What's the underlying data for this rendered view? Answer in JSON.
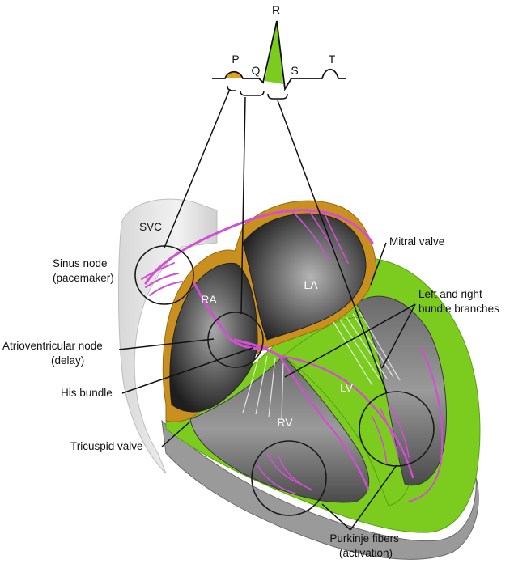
{
  "colors": {
    "myocardium": "#7ccc1f",
    "atrial_wall": "#c9901f",
    "conduction": "#d24fd2",
    "p_wave": "#e0a020",
    "qrs": "#7ccc1f"
  },
  "ecg": {
    "p": "P",
    "q": "Q",
    "r": "R",
    "s": "S",
    "t": "T"
  },
  "chambers": {
    "svc": "SVC",
    "ra": "RA",
    "la": "LA",
    "lv": "LV",
    "rv": "RV"
  },
  "labels": {
    "sinus_node": [
      "Sinus node",
      "(pacemaker)"
    ],
    "av_node": [
      "Atrioventricular node",
      "(delay)"
    ],
    "his_bundle": "His bundle",
    "tricuspid_valve": "Tricuspid valve",
    "mitral_valve": "Mitral valve",
    "bundle_branches": [
      "Left and right",
      "bundle branches"
    ],
    "purkinje_fibers": [
      "Purkinje fibers",
      "(activation)"
    ]
  }
}
